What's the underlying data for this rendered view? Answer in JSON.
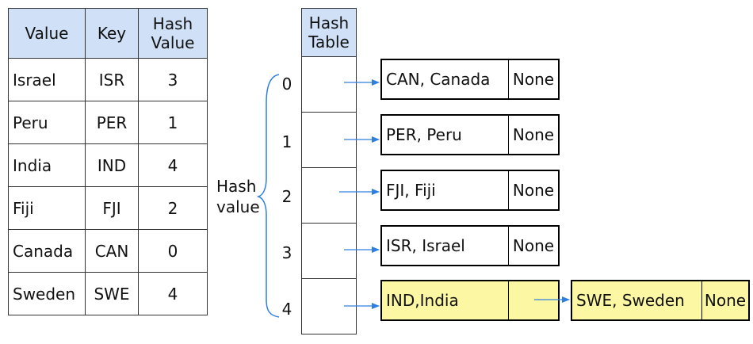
{
  "table": {
    "headers": [
      "Value",
      "Key",
      "Hash\nValue"
    ],
    "header_value": "Value",
    "header_key": "Key",
    "header_hash_line1": "Hash",
    "header_hash_line2": "Value",
    "rows": [
      {
        "value": "Israel",
        "key": "ISR",
        "hash": "3"
      },
      {
        "value": "Peru",
        "key": "PER",
        "hash": "1"
      },
      {
        "value": "India",
        "key": "IND",
        "hash": "4"
      },
      {
        "value": "Fiji",
        "key": "FJI",
        "hash": "2"
      },
      {
        "value": "Canada",
        "key": "CAN",
        "hash": "0"
      },
      {
        "value": "Sweden",
        "key": "SWE",
        "hash": "4"
      }
    ]
  },
  "hash_table": {
    "title_line1": "Hash",
    "title_line2": "Table",
    "indices": [
      "0",
      "1",
      "2",
      "3",
      "4"
    ]
  },
  "hash_value_label": {
    "line1": "Hash",
    "line2": "value"
  },
  "nodes": [
    {
      "entry": "CAN, Canada",
      "next": "None",
      "highlight": false
    },
    {
      "entry": "PER, Peru",
      "next": "None",
      "highlight": false
    },
    {
      "entry": "FJI, Fiji",
      "next": "None",
      "highlight": false
    },
    {
      "entry": "ISR, Israel",
      "next": "None",
      "highlight": false
    },
    {
      "entry": "IND,India",
      "next": "",
      "highlight": true
    },
    {
      "entry": "SWE, Sweden",
      "next": "None",
      "highlight": true
    }
  ],
  "colors": {
    "header_fill": "#cfe0f7",
    "highlight_fill": "#fbf7a2",
    "arrow": "#2f7fe0",
    "brace": "#2f7fe0"
  }
}
